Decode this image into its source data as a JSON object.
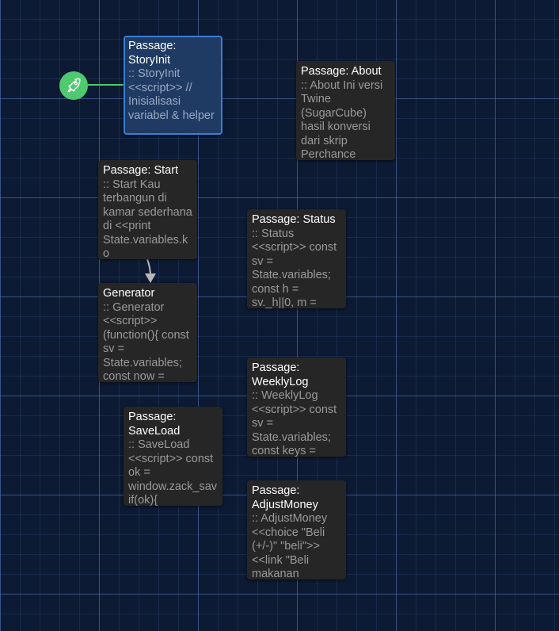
{
  "passages": {
    "storyinit": {
      "title": "Passage: StoryInit",
      "excerpt": ":: StoryInit <<script>> // Inisialisasi variabel & helper"
    },
    "about": {
      "title": "Passage: About",
      "excerpt": ":: About Ini versi Twine (SugarCube) hasil konversi dari skrip Perchance"
    },
    "start": {
      "title": "Passage: Start",
      "excerpt": ":: Start Kau terbangun di kamar sederhana di <<print State.variables.ko"
    },
    "status": {
      "title": "Passage: Status",
      "excerpt": ":: Status <<script>> const sv = State.variables; const h = sv._h||0, m ="
    },
    "generator": {
      "title": "Generator",
      "excerpt": ":: Generator <<script>> (function(){ const sv = State.variables; const now ="
    },
    "weeklylog": {
      "title": "Passage: WeeklyLog",
      "excerpt": ":: WeeklyLog <<script>> const sv = State.variables; const keys ="
    },
    "saveload": {
      "title": "Passage: SaveLoad",
      "excerpt": ":: SaveLoad <<script>> const ok = window.zack_sav if(ok){"
    },
    "adjustmoney": {
      "title": "Passage: AdjustMoney",
      "excerpt": ":: AdjustMoney <<choice \"Beli (+/-)\" \"beli\">> <<link \"Beli makanan"
    }
  },
  "colors": {
    "background": "#0c1a33",
    "card": "#262626",
    "selected_card": "#1f3b63",
    "selected_border": "#3b7fd4",
    "start_badge": "#4ec96f"
  },
  "icons": {
    "start_badge": "rocket-icon"
  }
}
